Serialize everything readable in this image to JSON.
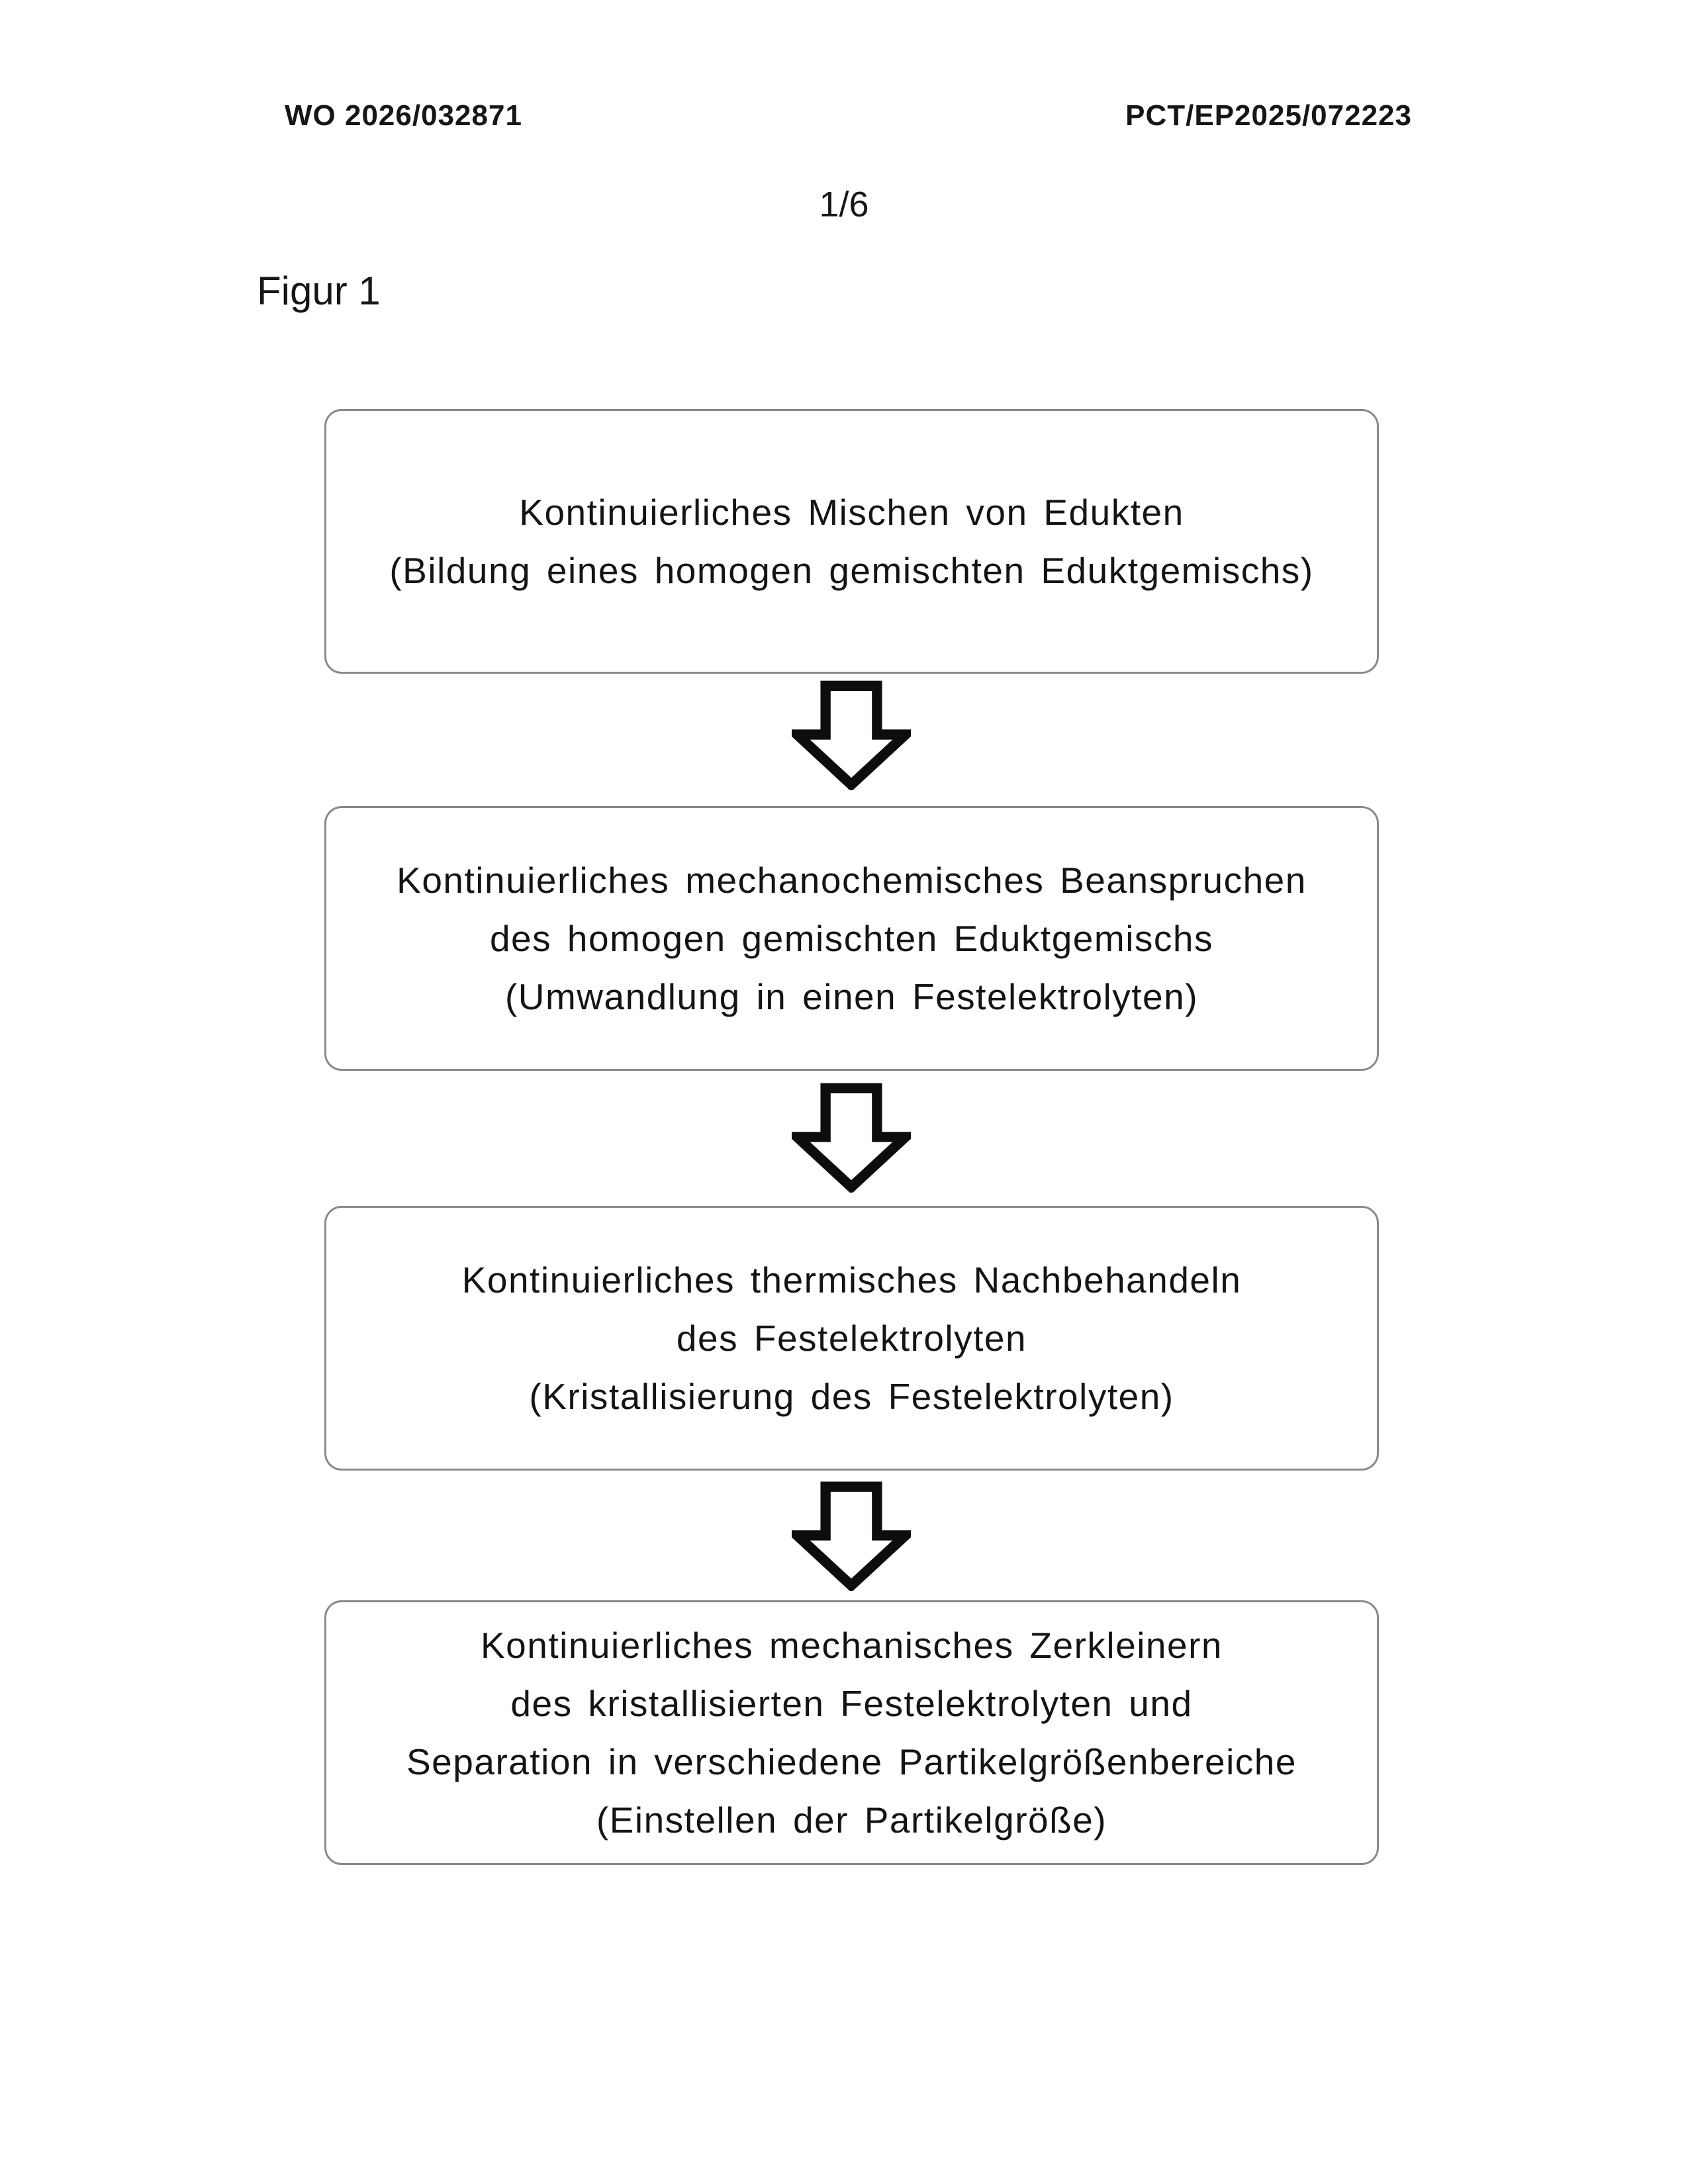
{
  "header": {
    "left": "WO 2026/032871",
    "right": "PCT/EP2025/072223"
  },
  "page_number": "1/6",
  "figure_label": "Figur 1",
  "flowchart": {
    "connector": "down-arrow",
    "steps": [
      {
        "lines": [
          "Kontinuierliches Mischen von Edukten",
          "(Bildung eines homogen gemischten Eduktgemischs)"
        ]
      },
      {
        "lines": [
          "Kontinuierliches mechanochemisches Beanspruchen",
          "des homogen gemischten Eduktgemischs",
          "(Umwandlung in einen Festelektrolyten)"
        ]
      },
      {
        "lines": [
          "Kontinuierliches thermisches Nachbehandeln",
          "des Festelektrolyten",
          "(Kristallisierung des Festelektrolyten)"
        ]
      },
      {
        "lines": [
          "Kontinuierliches mechanisches Zerkleinern",
          "des kristallisierten Festelektrolyten und",
          "Separation in verschiedene Partikelgrößenbereiche",
          "(Einstellen der Partikelgröße)"
        ]
      }
    ]
  },
  "colors": {
    "background": "#ffffff",
    "text": "#141414",
    "box_border": "#898989",
    "arrow_outline": "#0d0d0d",
    "arrow_fill": "#ffffff"
  }
}
